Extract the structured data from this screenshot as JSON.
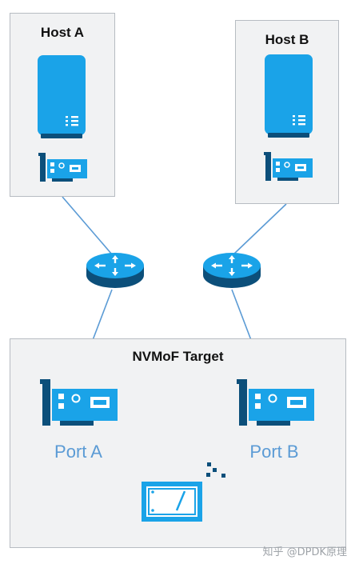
{
  "hosts": [
    {
      "title": "Host A"
    },
    {
      "title": "Host B"
    }
  ],
  "target": {
    "title": "NVMoF Target",
    "ports": [
      {
        "label": "Port A"
      },
      {
        "label": "Port B"
      }
    ]
  },
  "watermark": "知乎 @DPDK原理",
  "icons": {
    "server": "server-icon",
    "nic": "network-card-icon",
    "router": "router-icon",
    "ssd": "ssd-drive-icon"
  },
  "colors": {
    "accent": "#1aa3e8",
    "accent_dark": "#0c4f7a",
    "port_label": "#5b9bd5",
    "box_bg": "#f1f2f3",
    "link": "#5b9bd5"
  }
}
